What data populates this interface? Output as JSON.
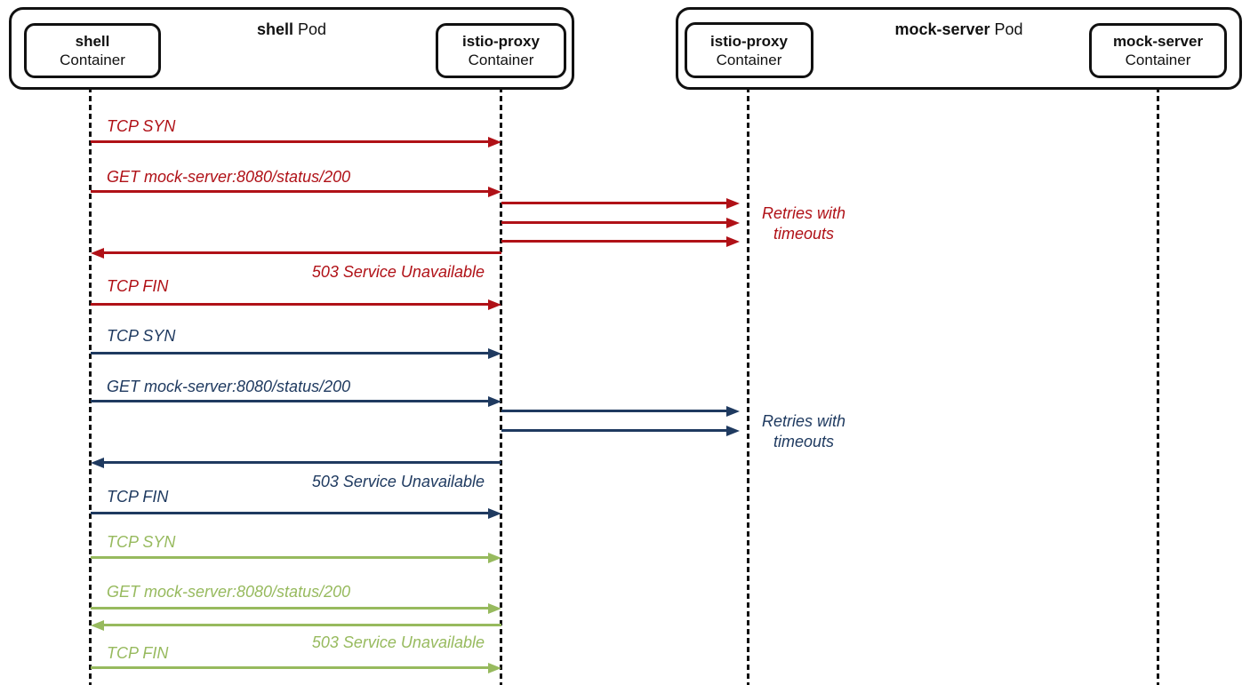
{
  "pods": [
    {
      "title_name": "shell",
      "title_suffix": "Pod",
      "containers": [
        {
          "name": "shell",
          "type": "Container"
        },
        {
          "name": "istio-proxy",
          "type": "Container"
        }
      ]
    },
    {
      "title_name": "mock-server",
      "title_suffix": "Pod",
      "containers": [
        {
          "name": "istio-proxy",
          "type": "Container"
        },
        {
          "name": "mock-server",
          "type": "Container"
        }
      ]
    }
  ],
  "colors": {
    "attempt_red": "#B01117",
    "attempt_blue": "#1F3A60",
    "attempt_green": "#97BA5E",
    "diagram_lines": "#111111"
  },
  "flows": {
    "red": {
      "tcp_syn": "TCP SYN",
      "get_request": "GET mock-server:8080/status/200",
      "retries_line1": "Retries with",
      "retries_line2": "timeouts",
      "retry_arrow_count": 3,
      "response": "503 Service Unavailable",
      "tcp_fin": "TCP FIN"
    },
    "blue": {
      "tcp_syn": "TCP SYN",
      "get_request": "GET mock-server:8080/status/200",
      "retries_line1": "Retries with",
      "retries_line2": "timeouts",
      "retry_arrow_count": 2,
      "response": "503 Service Unavailable",
      "tcp_fin": "TCP FIN"
    },
    "green": {
      "tcp_syn": "TCP SYN",
      "get_request": "GET mock-server:8080/status/200",
      "response": "503 Service Unavailable",
      "tcp_fin": "TCP FIN"
    }
  }
}
